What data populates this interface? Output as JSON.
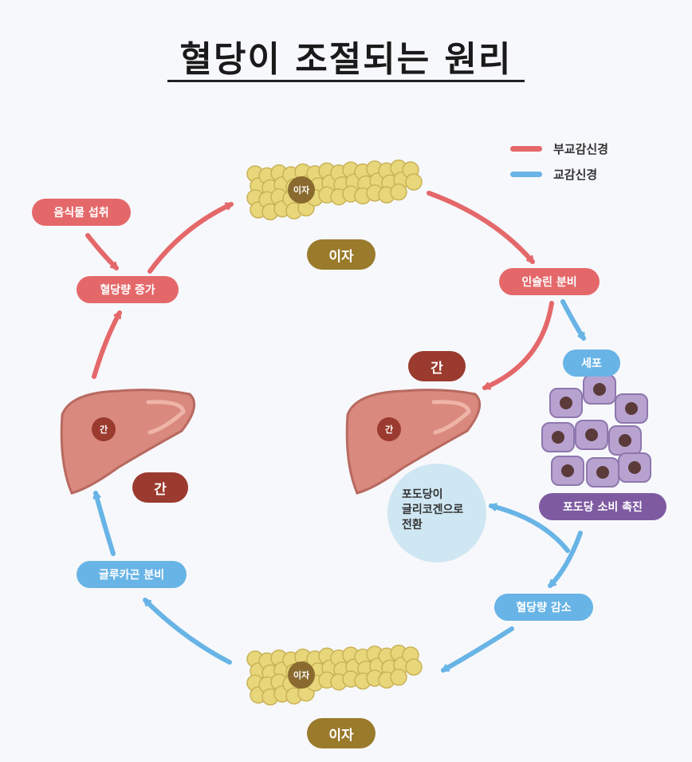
{
  "title": "혈당이 조절되는 원리",
  "legend": {
    "items": [
      {
        "label": "부교감신경",
        "color": "#e4686a"
      },
      {
        "label": "교감신경",
        "color": "#68b4e6"
      }
    ]
  },
  "organs": {
    "pancreas_label": "이자",
    "liver_label": "간"
  },
  "nodes": {
    "food_intake": "음식물 섭취",
    "blood_sugar_up": "혈당량 증가",
    "pancreas_top": "이자",
    "insulin": "인슐린 분비",
    "liver_top": "간",
    "cell": "세포",
    "glucose_use": "포도당 소비 촉진",
    "blood_sugar_down": "혈당량 감소",
    "pancreas_bottom": "이자",
    "glucagon": "글루카곤 분비",
    "liver_left": "간",
    "conversion": [
      "포도당이",
      "글리코겐으로",
      "전환"
    ]
  },
  "colors": {
    "parasympathetic": "#e4686a",
    "sympathetic": "#68b4e6",
    "pancreas": "#e8d77a",
    "liver": "#d9897e",
    "cell": "#b8a3d0"
  }
}
